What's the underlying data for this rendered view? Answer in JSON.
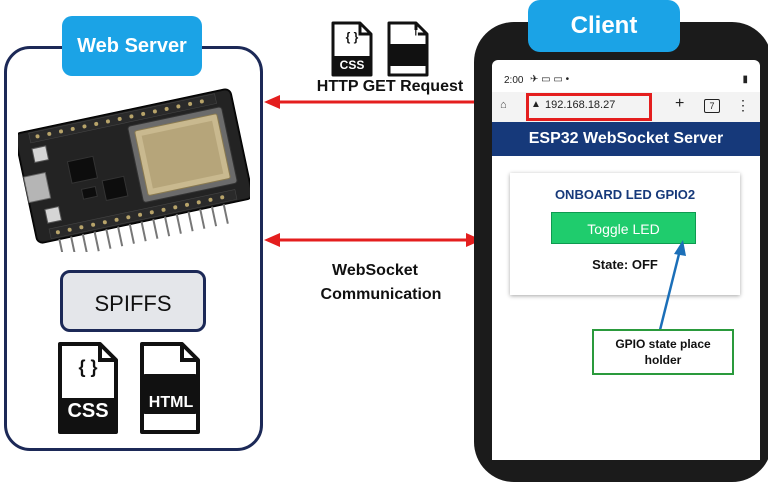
{
  "web_server": {
    "title": "Web Server",
    "storage_label": "SPIFFS",
    "icons": [
      "css-file-icon",
      "html-file-icon"
    ]
  },
  "files": {
    "css": "CSS",
    "html": "HTML",
    "braces": "{ }"
  },
  "client": {
    "title": "Client"
  },
  "connections": {
    "http_request": "HTTP GET Request",
    "websocket_line1": "WebSocket",
    "websocket_line2": "Communication"
  },
  "phone": {
    "status_time": "2:00",
    "url": "192.168.18.27",
    "tab_count": "7",
    "header_title": "ESP32 WebSocket Server",
    "card_title": "ONBOARD LED GPIO2",
    "button_label": "Toggle LED",
    "state_text": "State: OFF"
  },
  "callout": {
    "text": "GPIO state place holder"
  },
  "colors": {
    "accent_blue": "#1ba3e6",
    "navy": "#1c2957",
    "arrow_red": "#e41e1e",
    "button_green": "#1fcc6d",
    "callout_green": "#2a9a3c"
  }
}
